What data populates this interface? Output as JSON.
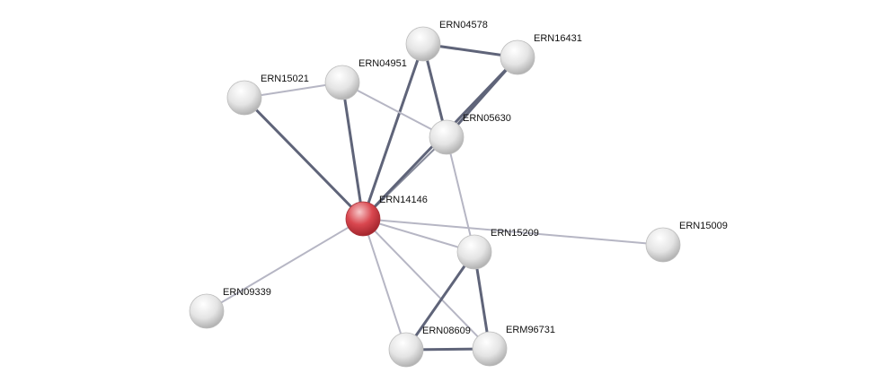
{
  "colors": {
    "background": "#ffffff",
    "query_node": "#d9474f",
    "node": "#e6e6e6",
    "edge_strong": "#5f6479",
    "edge_weak": "#b6b6c4"
  },
  "nodes": [
    {
      "id": "ERN14146",
      "label": "ERN14146",
      "query": true
    },
    {
      "id": "ERN04578",
      "label": "ERN04578"
    },
    {
      "id": "ERN16431",
      "label": "ERN16431"
    },
    {
      "id": "ERN04951",
      "label": "ERN04951"
    },
    {
      "id": "ERN15021",
      "label": "ERN15021"
    },
    {
      "id": "ERN05630",
      "label": "ERN05630"
    },
    {
      "id": "ERN15209",
      "label": "ERN15209"
    },
    {
      "id": "ERN15009",
      "label": "ERN15009"
    },
    {
      "id": "ERN09339",
      "label": "ERN09339"
    },
    {
      "id": "ERN08609",
      "label": "ERN08609"
    },
    {
      "id": "ERM96731",
      "label": "ERM96731"
    }
  ],
  "edges": [
    {
      "source": "ERN14146",
      "target": "ERN15021",
      "strength": "strong"
    },
    {
      "source": "ERN14146",
      "target": "ERN04951",
      "strength": "strong"
    },
    {
      "source": "ERN14146",
      "target": "ERN04578",
      "strength": "strong"
    },
    {
      "source": "ERN14146",
      "target": "ERN16431",
      "strength": "strong"
    },
    {
      "source": "ERN14146",
      "target": "ERN05630",
      "strength": "medium"
    },
    {
      "source": "ERN14146",
      "target": "ERN15209",
      "strength": "weak"
    },
    {
      "source": "ERN14146",
      "target": "ERN15009",
      "strength": "weak"
    },
    {
      "source": "ERN14146",
      "target": "ERN09339",
      "strength": "weak"
    },
    {
      "source": "ERN14146",
      "target": "ERN08609",
      "strength": "weak"
    },
    {
      "source": "ERN14146",
      "target": "ERM96731",
      "strength": "weak"
    },
    {
      "source": "ERN04578",
      "target": "ERN16431",
      "strength": "strong"
    },
    {
      "source": "ERN04578",
      "target": "ERN05630",
      "strength": "strong"
    },
    {
      "source": "ERN16431",
      "target": "ERN05630",
      "strength": "strong"
    },
    {
      "source": "ERN15021",
      "target": "ERN04951",
      "strength": "weak"
    },
    {
      "source": "ERN04951",
      "target": "ERN05630",
      "strength": "weak"
    },
    {
      "source": "ERN05630",
      "target": "ERN15209",
      "strength": "weak"
    },
    {
      "source": "ERN15209",
      "target": "ERN08609",
      "strength": "strong"
    },
    {
      "source": "ERN15209",
      "target": "ERM96731",
      "strength": "strong"
    },
    {
      "source": "ERN08609",
      "target": "ERM96731",
      "strength": "strong"
    }
  ]
}
